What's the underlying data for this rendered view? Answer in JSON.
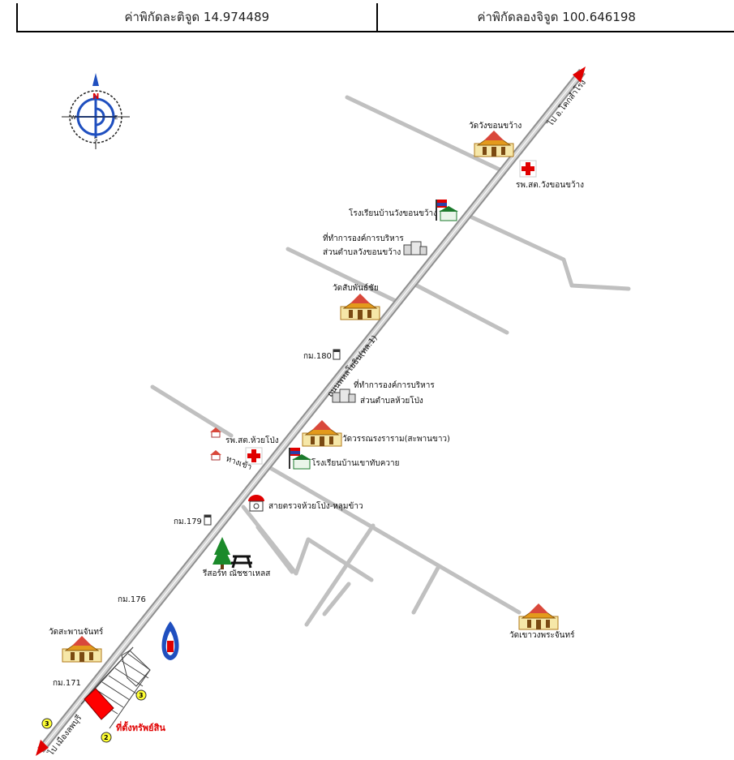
{
  "header": {
    "latitude": "ค่าพิกัดละติจูด 14.974489",
    "longitude": "ค่าพิกัดลองจิจูด 100.646198"
  },
  "compass": {
    "n": "N",
    "s": "S",
    "e": "E",
    "w": "W"
  },
  "road": {
    "name": "ถนนพหลโยธิน(ทล.1)",
    "to_ne": "ไป อ.โคกสำโรง",
    "to_sw": "ไป เมืองลพบุรี"
  },
  "places": {
    "wat_wang_khon_khwang": "วัดวังขอนขว้าง",
    "hosp_wang_khon_khwang": "รพ.สต.วังขอนขว้าง",
    "school_wang_khon_khwang": "โรงเรียนบ้านวังขอนขว้าง",
    "office_wang_line1": "ที่ทำการองค์การบริหาร",
    "office_wang_line2": "ส่วนตำบลวังขอนขว้าง",
    "wat_sap_phon": "วัดสับพันธ์ชัย",
    "km180": "กม.180",
    "office_huai_line1": "ที่ทำการองค์การบริหาร",
    "office_huai_line2": "ส่วนตำบลห้วยโป่ง",
    "hosp_huai_pong": "รพ.สต.ห้วยโป่ง",
    "side_road": "ทางเข้า",
    "wat_wanaram": "วัดวรรณรงราราม(สะพานขาว)",
    "school_khao_thap_khwai": "โรงเรียนบ้านเขาทับควาย",
    "checkpoint": "สายตรวจห้วยโป่ง-หลุมข้าว",
    "km179": "กม.179",
    "resort": "รีสอร์ท ณัชชาเหลส",
    "km176": "กม.176",
    "wat_khao_wong": "วัดเขาวงพระจันทร์",
    "wat_saphan": "วัดสะพานจันทร์",
    "km171": "กม.171",
    "location": "ที่ตั้งทรัพย์สิน"
  },
  "markers": {
    "m3a": "3",
    "m3b": "3",
    "m2": "2"
  },
  "colors": {
    "road": "#c0c0c0",
    "highway_edge": "#9a9a9a",
    "location": "#ff0000",
    "hospital": "#e00000",
    "compass": "#1f4fbf"
  }
}
